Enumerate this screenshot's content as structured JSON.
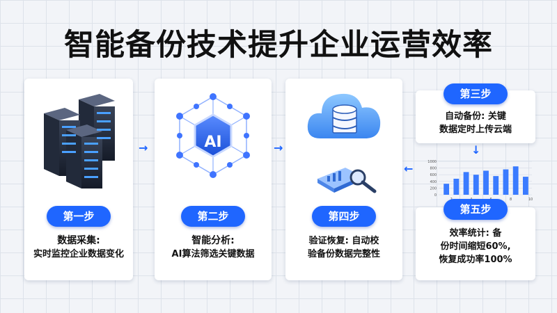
{
  "title": "智能备份技术提升企业运营效率",
  "steps": {
    "s1": {
      "label": "第一步",
      "desc1": "数据采集:",
      "desc2": "实时监控企业数据变化"
    },
    "s2": {
      "label": "第二步",
      "desc1": "智能分析:",
      "desc2": "AI算法筛选关键数据"
    },
    "s3": {
      "label": "第三步",
      "desc1": "自动备份: 关键",
      "desc2": "数据定时上传云端"
    },
    "s4": {
      "label": "第四步",
      "desc1": "验证恢复: 自动校",
      "desc2": "验备份数据完整性"
    },
    "s5": {
      "label": "第五步",
      "desc1": "效率统计: 备",
      "desc2": "份时间缩短60%,",
      "desc3": "恢复成功率100%"
    }
  },
  "ai_label": "AI",
  "arrow_glyph": "→",
  "arrow_down_glyph": "↓",
  "chart_data": {
    "type": "bar",
    "categories": [
      "2",
      "4",
      "6",
      "8",
      "10"
    ],
    "y_ticks": [
      "1000",
      "800",
      "600",
      "400",
      "200",
      "0"
    ],
    "values": [
      330,
      480,
      680,
      600,
      720,
      560,
      760,
      850,
      540
    ],
    "ylim": [
      0,
      1000
    ],
    "color": "#3a7bff"
  }
}
